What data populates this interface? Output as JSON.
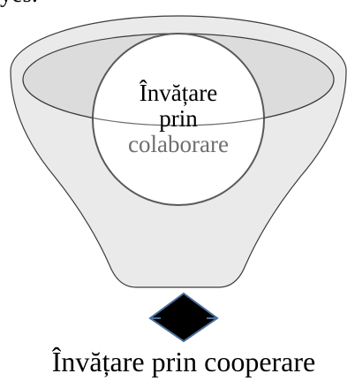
{
  "top_fragment": "yes.",
  "circle_label": {
    "line1": "Învățare",
    "line2": "prin",
    "line3": "colaborare"
  },
  "bottom_label": "Învățare prin cooperare",
  "colors": {
    "funnel_fill": "#eaeaea",
    "ellipse_fill": "#dcdcdc",
    "circle_fill": "#ffffff",
    "circle_stroke": "#5a5a5a",
    "diamond_fill": "#000000",
    "diamond_stroke": "#4a6f9a",
    "text_dark": "#000000",
    "text_gray": "#6f6f6f"
  },
  "icons": {
    "connector": "diamond"
  }
}
